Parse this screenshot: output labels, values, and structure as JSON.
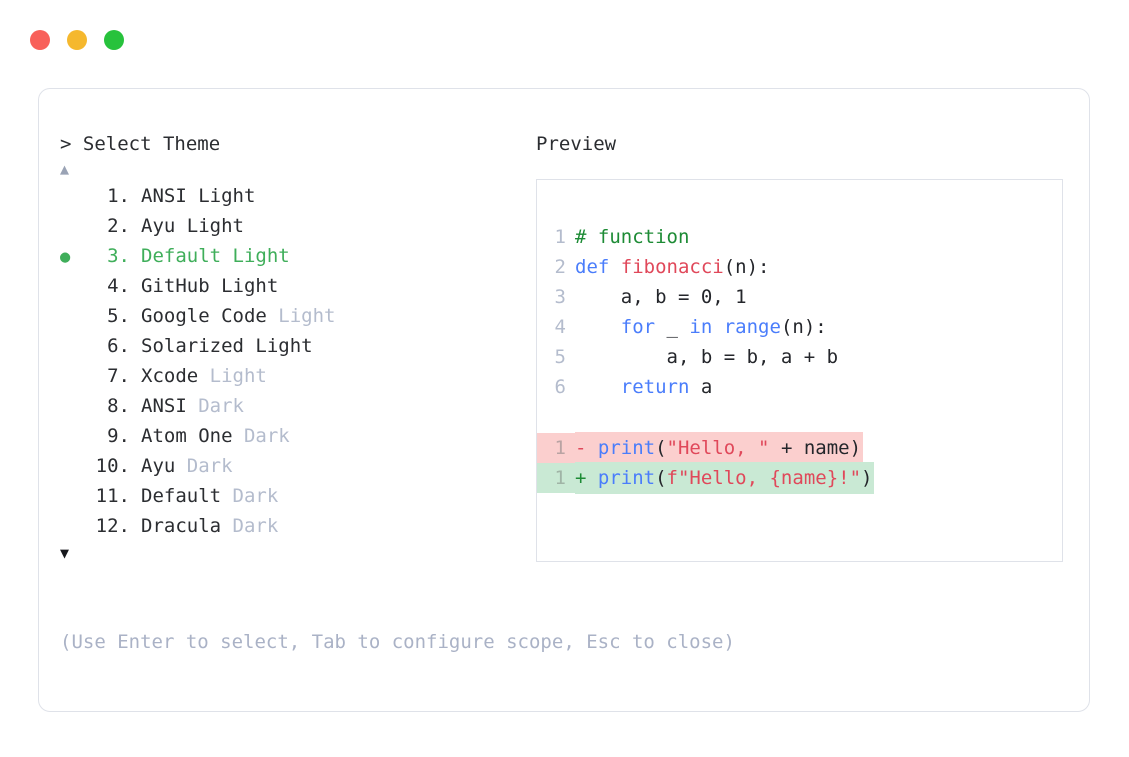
{
  "window": {
    "traffic_lights": [
      {
        "name": "close-button",
        "color": "#f8605a"
      },
      {
        "name": "minimize-button",
        "color": "#f5b82e"
      },
      {
        "name": "maximize-button",
        "color": "#27c23c"
      }
    ]
  },
  "left": {
    "prompt": "> Select Theme",
    "scroll_up": "▲",
    "scroll_down": "▼",
    "selected_index": 3,
    "bullet_glyph": "●",
    "items": [
      {
        "num": "1.",
        "name": "ANSI",
        "suffix": "Light",
        "suffix_dim": false,
        "selected": false
      },
      {
        "num": "2.",
        "name": "Ayu",
        "suffix": "Light",
        "suffix_dim": false,
        "selected": false
      },
      {
        "num": "3.",
        "name": "Default",
        "suffix": "Light",
        "suffix_dim": false,
        "selected": true
      },
      {
        "num": "4.",
        "name": "GitHub",
        "suffix": "Light",
        "suffix_dim": false,
        "selected": false
      },
      {
        "num": "5.",
        "name": "Google Code",
        "suffix": "Light",
        "suffix_dim": true,
        "selected": false
      },
      {
        "num": "6.",
        "name": "Solarized",
        "suffix": "Light",
        "suffix_dim": false,
        "selected": false
      },
      {
        "num": "7.",
        "name": "Xcode",
        "suffix": "Light",
        "suffix_dim": true,
        "selected": false
      },
      {
        "num": "8.",
        "name": "ANSI",
        "suffix": "Dark",
        "suffix_dim": true,
        "selected": false
      },
      {
        "num": "9.",
        "name": "Atom One",
        "suffix": "Dark",
        "suffix_dim": true,
        "selected": false
      },
      {
        "num": "10.",
        "name": "Ayu",
        "suffix": "Dark",
        "suffix_dim": true,
        "selected": false
      },
      {
        "num": "11.",
        "name": "Default",
        "suffix": "Dark",
        "suffix_dim": true,
        "selected": false
      },
      {
        "num": "12.",
        "name": "Dracula",
        "suffix": "Dark",
        "suffix_dim": true,
        "selected": false
      }
    ],
    "hint": "(Use Enter to select, Tab to configure scope, Esc to close)"
  },
  "right": {
    "title": "Preview",
    "code": [
      {
        "gutter": "1",
        "tokens": [
          {
            "t": "# function",
            "c": "tok-comment"
          }
        ]
      },
      {
        "gutter": "2",
        "tokens": [
          {
            "t": "def ",
            "c": "tok-kw"
          },
          {
            "t": "fibonacci",
            "c": "tok-fn"
          },
          {
            "t": "(n):",
            "c": "tok-plain"
          }
        ]
      },
      {
        "gutter": "3",
        "tokens": [
          {
            "t": "    a, b = 0, 1",
            "c": "tok-plain"
          }
        ]
      },
      {
        "gutter": "4",
        "tokens": [
          {
            "t": "    ",
            "c": "tok-plain"
          },
          {
            "t": "for",
            "c": "tok-kw"
          },
          {
            "t": " _ ",
            "c": "tok-plain"
          },
          {
            "t": "in range",
            "c": "tok-kw"
          },
          {
            "t": "(n):",
            "c": "tok-plain"
          }
        ]
      },
      {
        "gutter": "5",
        "tokens": [
          {
            "t": "        a, b = b, a + b",
            "c": "tok-plain"
          }
        ]
      },
      {
        "gutter": "6",
        "tokens": [
          {
            "t": "    ",
            "c": "tok-plain"
          },
          {
            "t": "return",
            "c": "tok-kw"
          },
          {
            "t": " a",
            "c": "tok-plain"
          }
        ]
      }
    ],
    "diff": [
      {
        "gutter": "1",
        "kind": "del",
        "marker": "-",
        "tokens": [
          {
            "t": "print",
            "c": "tok-kw"
          },
          {
            "t": "(",
            "c": "tok-plain"
          },
          {
            "t": "\"Hello, \"",
            "c": "tok-str"
          },
          {
            "t": " + name)",
            "c": "tok-plain"
          }
        ]
      },
      {
        "gutter": "1",
        "kind": "add",
        "marker": "+",
        "tokens": [
          {
            "t": "print",
            "c": "tok-kw"
          },
          {
            "t": "(",
            "c": "tok-plain"
          },
          {
            "t": "f\"Hello, {name}!\"",
            "c": "tok-str"
          },
          {
            "t": ")",
            "c": "tok-plain"
          }
        ]
      }
    ]
  },
  "colors": {
    "accent_green": "#3fae5a",
    "keyword_blue": "#4a7dfb",
    "string_red": "#e0485a",
    "comment_green": "#1d8b35",
    "diff_del_bg": "#fbcfce",
    "diff_add_bg": "#c9e9d4",
    "border": "#dfe2e9",
    "dim_text": "#b4bccd",
    "body_text": "#2b2d31"
  }
}
